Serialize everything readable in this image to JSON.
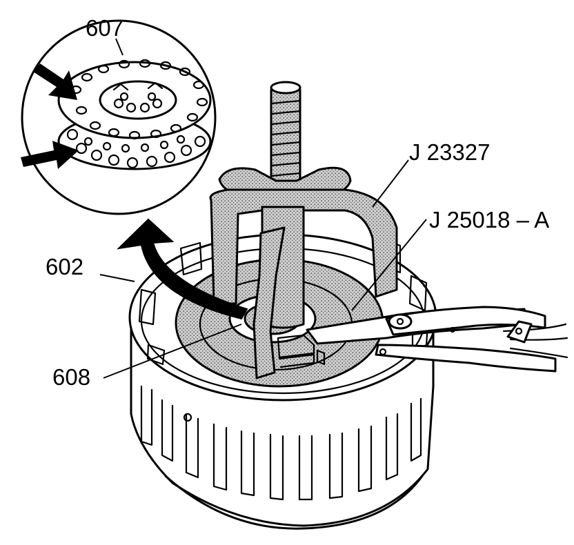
{
  "labels": {
    "part_607": "607",
    "tool_j23327": "J 23327",
    "tool_j25018a": "J 25018 – A",
    "part_602": "602",
    "part_608": "608"
  },
  "colors": {
    "ink": "#000000",
    "paper": "#ffffff",
    "stipple": "#9a9a9a"
  }
}
